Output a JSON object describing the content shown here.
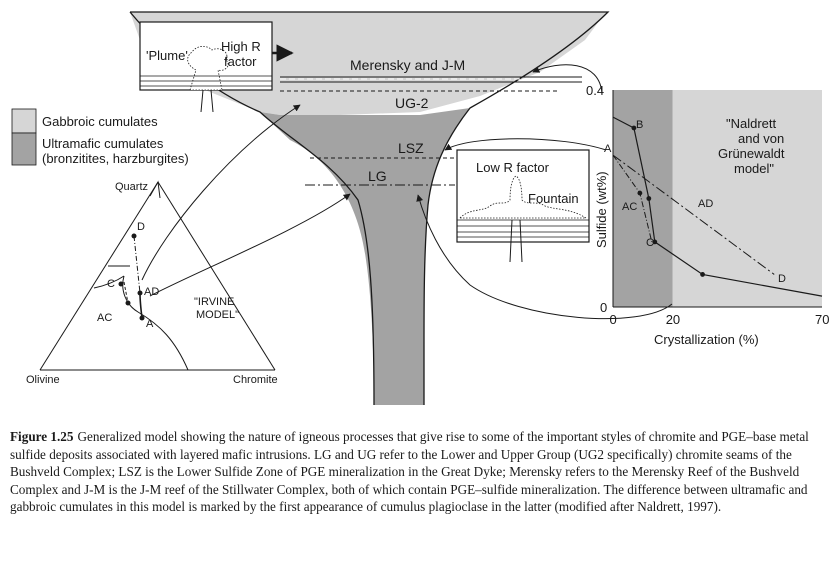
{
  "legend": {
    "gabbroic": "Gabbroic cumulates",
    "ultramafic_1": "Ultramafic cumulates",
    "ultramafic_2": "(bronzitites, harzburgites)",
    "colors": {
      "gabbroic": "#d6d6d6",
      "ultramafic": "#a3a3a3"
    }
  },
  "funnel": {
    "merensky": "Merensky and J-M",
    "ug2": "UG-2",
    "lsz": "LSZ",
    "lg": "LG"
  },
  "plume_box": {
    "plume": "'Plume'",
    "high_r_1": "High R",
    "high_r_2": "factor"
  },
  "fountain_box": {
    "low_r": "Low R factor",
    "fountain": "Fountain"
  },
  "ternary": {
    "apex": "Quartz",
    "left": "Olivine",
    "right": "Chromite",
    "points": [
      "D",
      "C",
      "AD",
      "AC",
      "A"
    ],
    "model_1": "\"IRVINE",
    "model_2": "MODEL\""
  },
  "chart_data": {
    "type": "line",
    "title": "",
    "xlabel": "Crystallization (%)",
    "ylabel": "Sulfide (wt%)",
    "xlim": [
      0,
      70
    ],
    "ylim": [
      0,
      0.4
    ],
    "xticks": [
      "0",
      "20",
      "70"
    ],
    "yticks": [
      "0",
      "0.4"
    ],
    "zones": [
      {
        "name": "ultramafic",
        "x": [
          0,
          20
        ]
      },
      {
        "name": "gabbroic",
        "x": [
          20,
          70
        ]
      }
    ],
    "series": [
      {
        "name": "",
        "points": [
          [
            0,
            0.35
          ],
          [
            7,
            0.33
          ],
          [
            12,
            0.2
          ],
          [
            14,
            0.12
          ],
          [
            30,
            0.06
          ],
          [
            70,
            0.02
          ]
        ]
      },
      {
        "name": "",
        "points": [
          [
            0,
            0.28
          ],
          [
            9,
            0.21
          ],
          [
            13,
            0.12
          ]
        ]
      },
      {
        "name": "",
        "points": [
          [
            0,
            0.28
          ],
          [
            54,
            0.06
          ]
        ]
      }
    ],
    "annotations": [
      "A",
      "B",
      "AC",
      "C",
      "AD",
      "D"
    ],
    "model_1": "\"Naldrett",
    "model_2": "and von",
    "model_3": "Grünewaldt",
    "model_4": "model\""
  },
  "caption": {
    "figure_label": "Figure 1.25",
    "text": "Generalized model showing the nature of igneous processes that give rise to some of the important styles of chromite and PGE–base metal sulfide deposits associated with layered mafic intrusions. LG and UG refer to the Lower and Upper Group (UG2 specifically) chromite seams of the Bushveld Complex; LSZ is the Lower Sulfide Zone of PGE mineralization in the Great Dyke; Merensky refers to the Merensky Reef of the Bushveld Complex and J-M is the J-M reef of the Stillwater Complex, both of which contain PGE–sulfide mineralization. The difference between ultramafic and gabbroic cumulates in this model is marked by the first appearance of cumulus plagioclase in the latter (modified after Naldrett, 1997)."
  }
}
